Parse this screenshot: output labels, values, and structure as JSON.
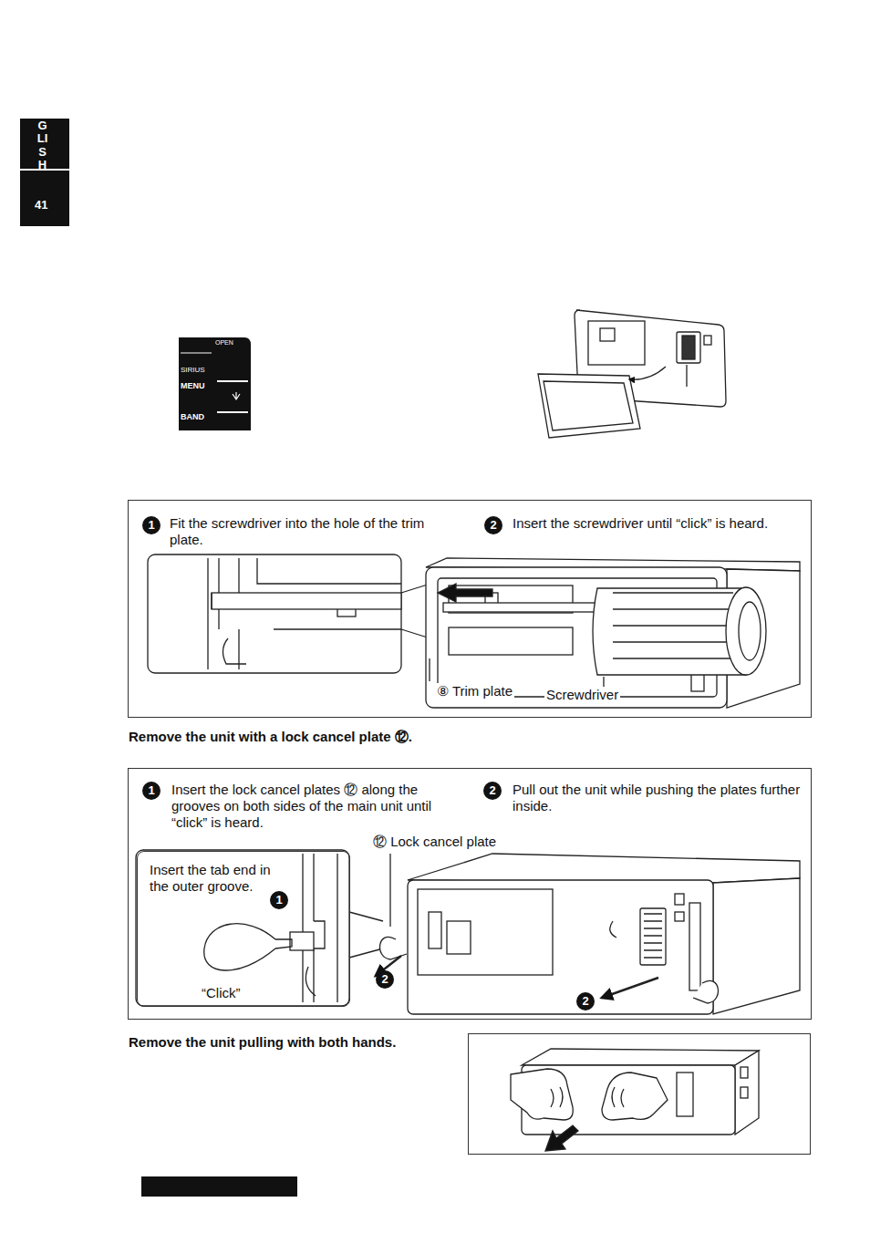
{
  "diagram": {
    "nodes": [
      {
        "text": [
          "Fit the screwdriver into the hole of the trim plate.",
          "Insert the screwdriver until “click” is heard.",
          "⑧ Trim plate",
          "Screwdriver"
        ]
      },
      {
        "text": [
          "Remove the unit with a lock cancel plate ⑫.",
          "Insert the lock cancel plates ⑫ along the grooves on both sides of the main unit until “click” is heard.",
          "Pull out the unit while pushing the plates further inside.",
          "⑫ Lock cancel plate"
        ]
      },
      {
        "text": [
          "Insert the tab end in the outer groove.",
          "“Click”"
        ],
        "in": 1
      },
      {
        "text": [
          "Remove the unit pulling with both hands."
        ]
      }
    ],
    "labels": [
      "GLISH",
      "41",
      "OPEN",
      "SIRIUS",
      "MENU",
      "BAND",
      "1",
      "2",
      "1",
      "1",
      "2",
      "2",
      "2"
    ]
  }
}
